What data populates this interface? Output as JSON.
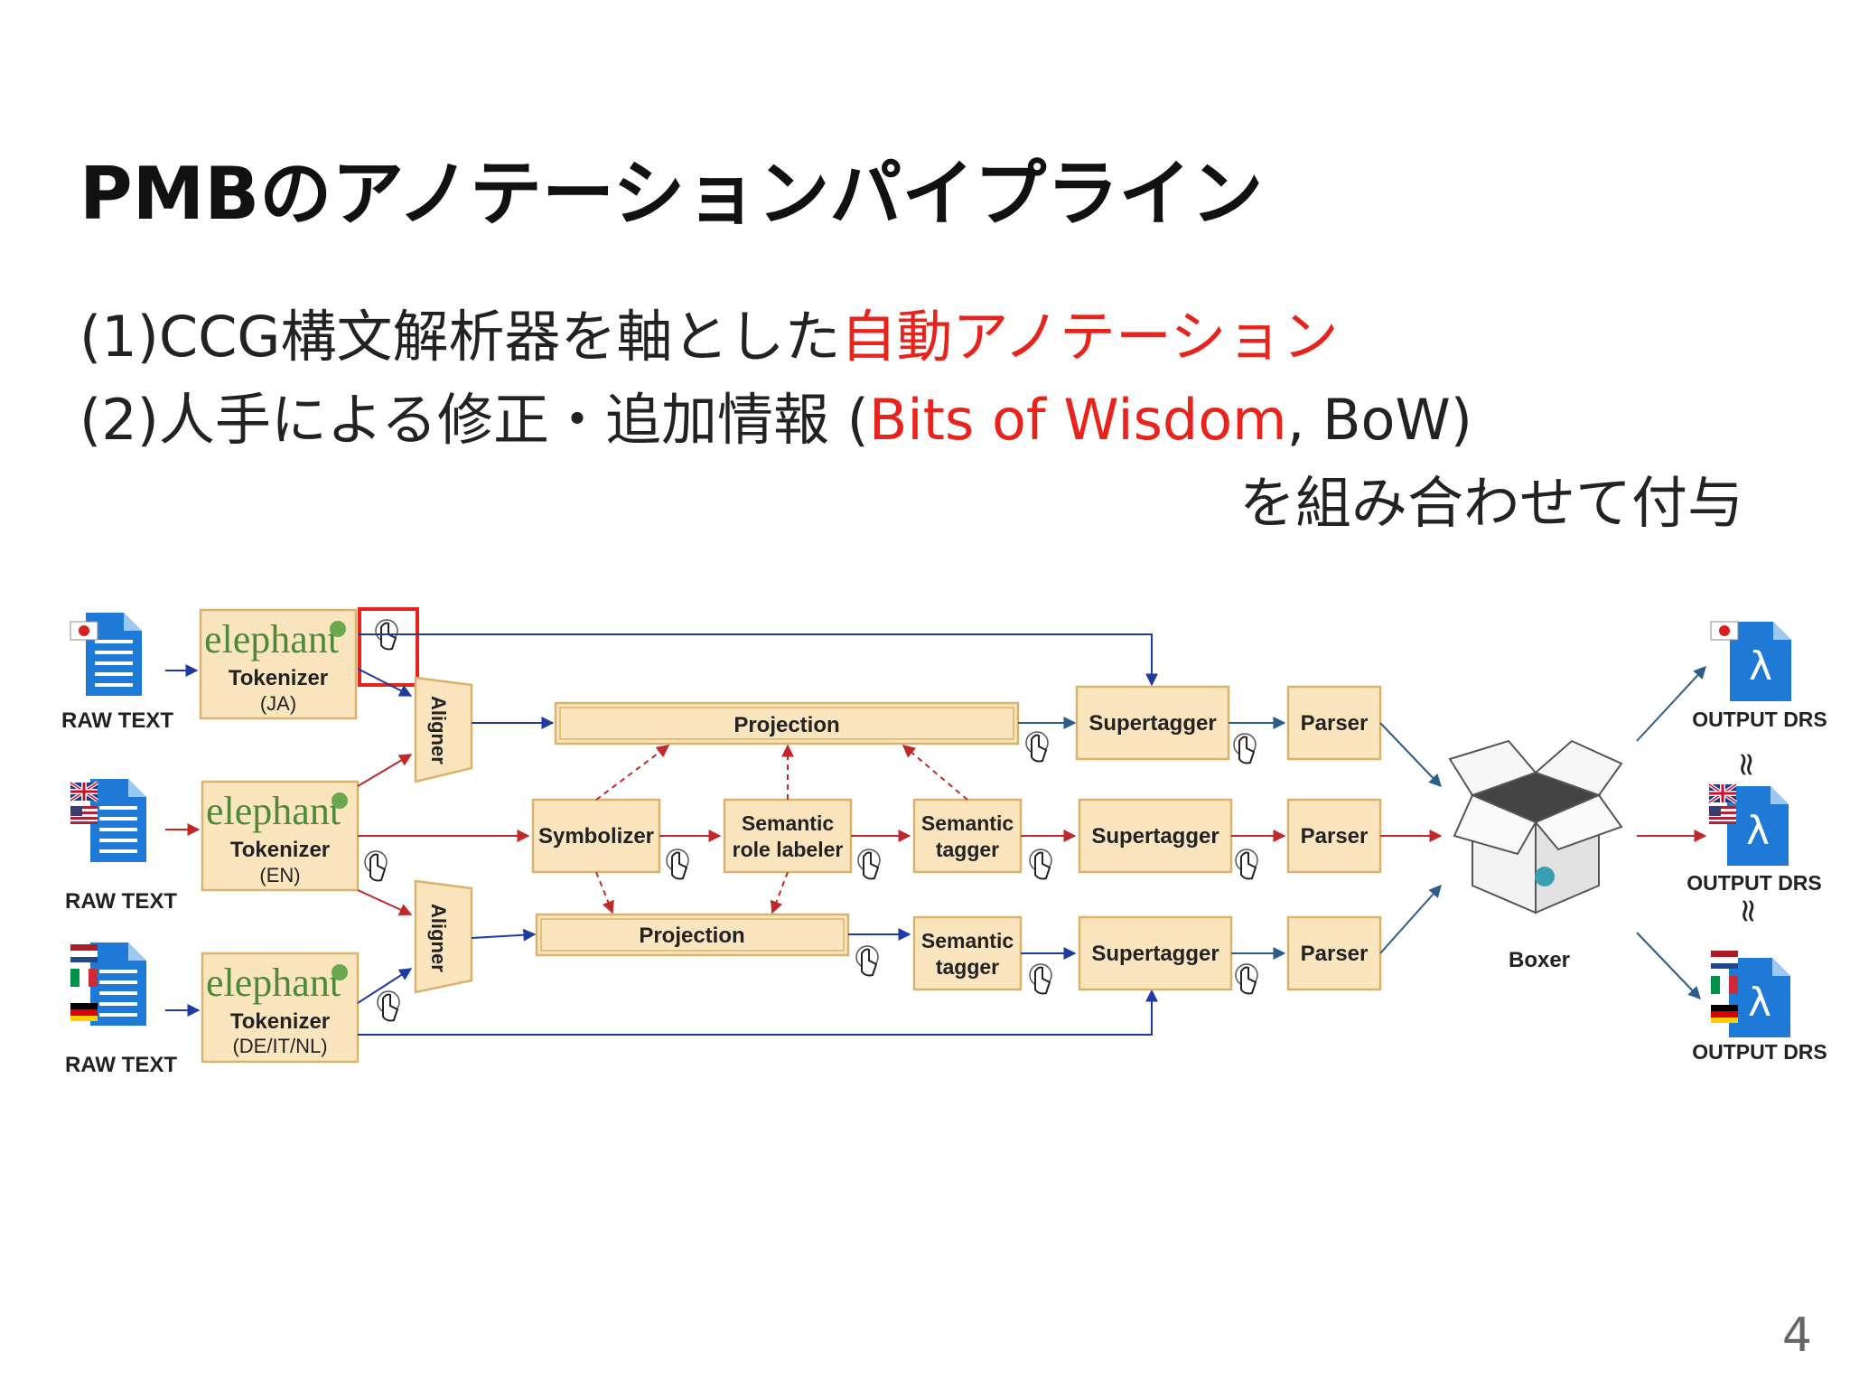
{
  "slide": {
    "title": "PMBのアノテーションパイプライン",
    "line1_prefix": "(1)CCG構文解析器を軸とした",
    "line1_highlight": "自動アノテーション",
    "line2_prefix": "(2)人手による修正・追加情報 (",
    "line2_highlight": "Bits of Wisdom",
    "line2_suffix": ", BoW)",
    "line3": "を組み合わせて付与",
    "page_number": "4",
    "highlight_color": "#e8231c"
  },
  "diagram": {
    "raw_text_label": "RAW TEXT",
    "elephant_label": "elephant",
    "tokenizer_label": "Tokenizer",
    "tokenizer_langs": [
      "(JA)",
      "(EN)",
      "(DE/IT/NL)"
    ],
    "aligner_label": "Aligner",
    "projection_label": "Projection",
    "symbolizer_label": "Symbolizer",
    "srl_line1": "Semantic",
    "srl_line2": "role labeler",
    "semtag_line1": "Semantic",
    "semtag_line2": "tagger",
    "supertagger_label": "Supertagger",
    "parser_label": "Parser",
    "boxer_label": "Boxer",
    "output_label": "OUTPUT DRS",
    "lambda_symbol": "λ",
    "approx_symbol": "≈",
    "colors": {
      "blue_arrow": "#1f3aa0",
      "red_arrow": "#c0282a",
      "box_fill": "#fbe5bf",
      "highlight_frame": "#e8231c"
    }
  }
}
